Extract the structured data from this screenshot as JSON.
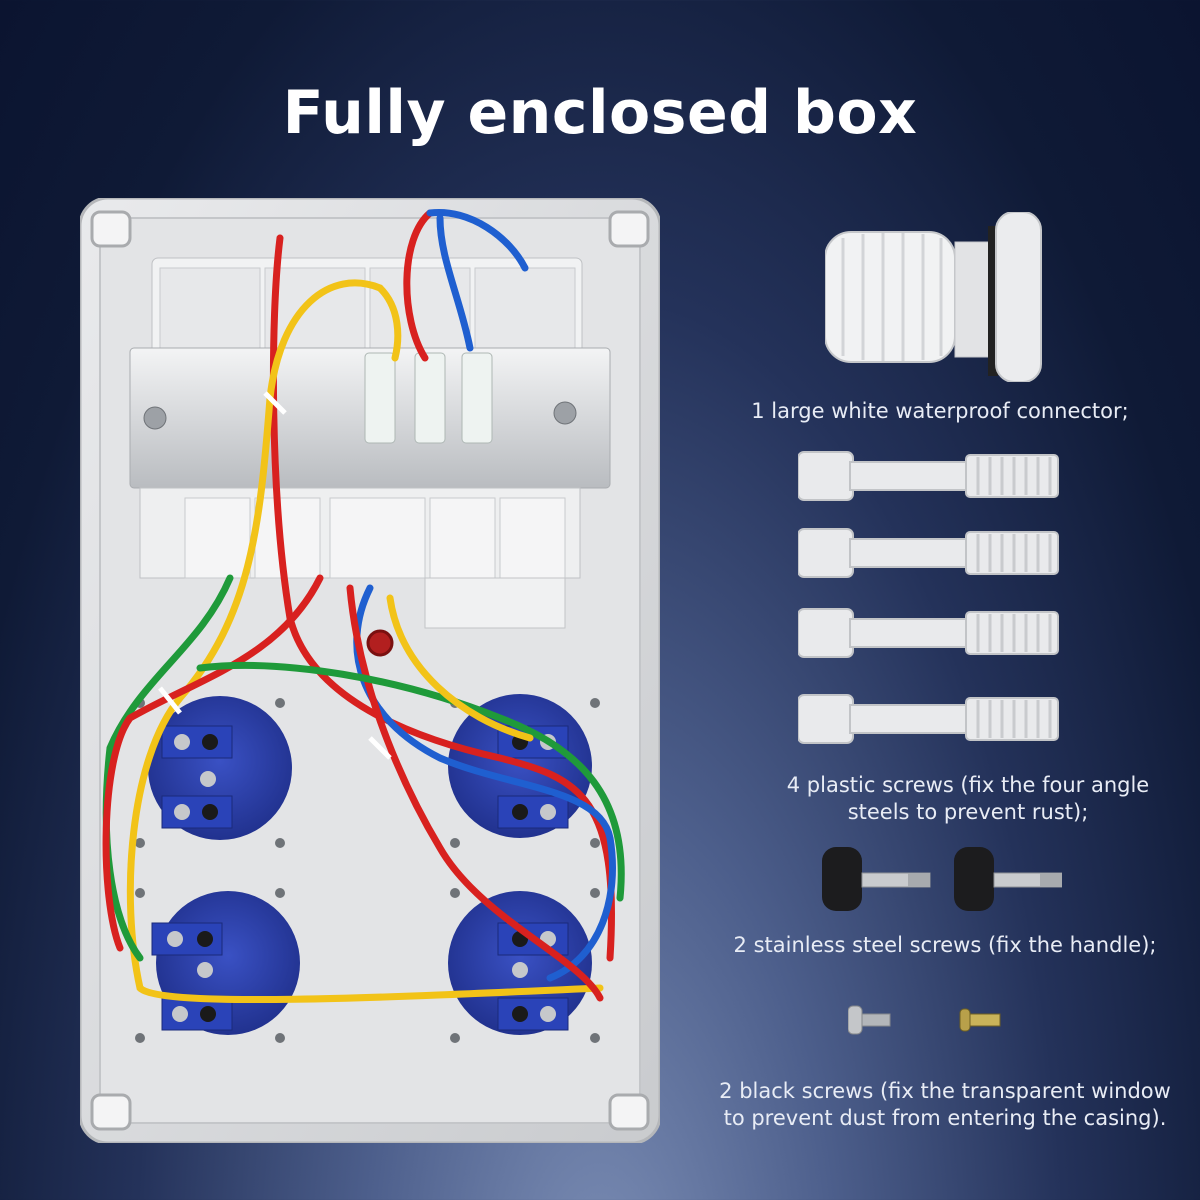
{
  "title": "Fully enclosed box",
  "accessories": {
    "connector_caption": "1 large white waterproof connector;",
    "plastic_screws_caption_line1": "4 plastic screws (fix the four angle",
    "plastic_screws_caption_line2": "steels to prevent rust);",
    "steel_screws_caption": "2 stainless steel screws (fix the handle);",
    "black_screws_caption_line1": "2 black screws (fix the transparent window",
    "black_screws_caption_line2": "to prevent dust from entering the casing)."
  },
  "colors": {
    "wire_red": "#d8211f",
    "wire_yellow": "#f2c318",
    "wire_blue": "#1f5fd0",
    "wire_green": "#1f9a3a",
    "socket_blue": "#2b3fa8",
    "enclosure_grey": "#d9dadc"
  },
  "icons": [
    "waterproof-connector-icon",
    "plastic-screw-icon",
    "stainless-steel-screw-icon",
    "black-screw-icon"
  ]
}
